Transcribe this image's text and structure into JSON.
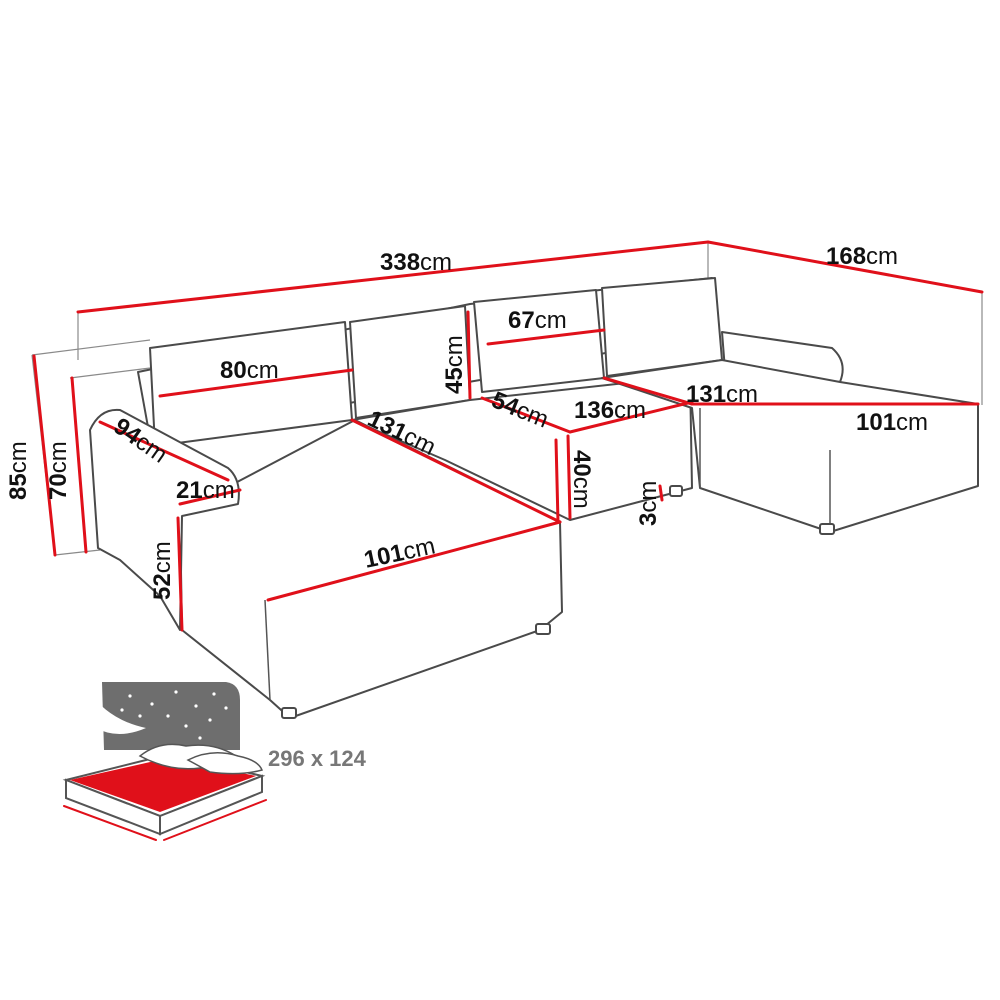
{
  "unit": "cm",
  "colors": {
    "dimension_line": "#e0101a",
    "outline": "#4a4a4a",
    "bed_icon_gray": "#6e6e6e",
    "bed_icon_red": "#e0101a"
  },
  "dimensions": {
    "total_width": "338",
    "chaise_depth": "168",
    "back_cushion_width": "80",
    "back_cushion_height": "45",
    "middle_back_width": "67",
    "left_seat_depth": "131",
    "right_seat_depth": "131",
    "seat_depth_54": "54",
    "middle_seat_width": "136",
    "left_chaise_width": "101",
    "right_chaise_width": "101",
    "armrest_length": "94",
    "armrest_width": "21",
    "total_height": "85",
    "back_height": "70",
    "seat_height": "40",
    "arm_height": "52",
    "leg_height": "3"
  },
  "sleeping_area": {
    "label": "296 x 124"
  }
}
